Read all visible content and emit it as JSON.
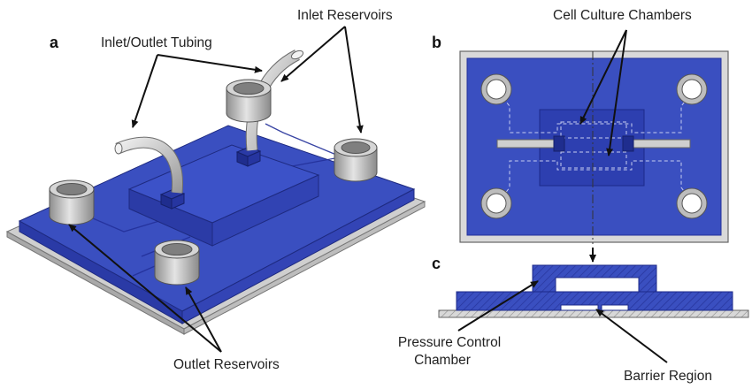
{
  "panels": {
    "a": {
      "letter": "a"
    },
    "b": {
      "letter": "b"
    },
    "c": {
      "letter": "c"
    }
  },
  "labels": {
    "inlet_outlet_tubing": "Inlet/Outlet Tubing",
    "inlet_reservoirs": "Inlet Reservoirs",
    "outlet_reservoirs": "Outlet Reservoirs",
    "cell_culture_chambers": "Cell Culture Chambers",
    "pressure_control_line1": "Pressure Control",
    "pressure_control_line2": "Chamber",
    "barrier_region": "Barrier Region"
  },
  "colors": {
    "device_blue": "#3a4fc0",
    "device_blue_dark": "#22309a",
    "base_plate": "#d6d6d6",
    "reservoir_gray": "#b8b8b8",
    "annotation_black": "#111111"
  }
}
